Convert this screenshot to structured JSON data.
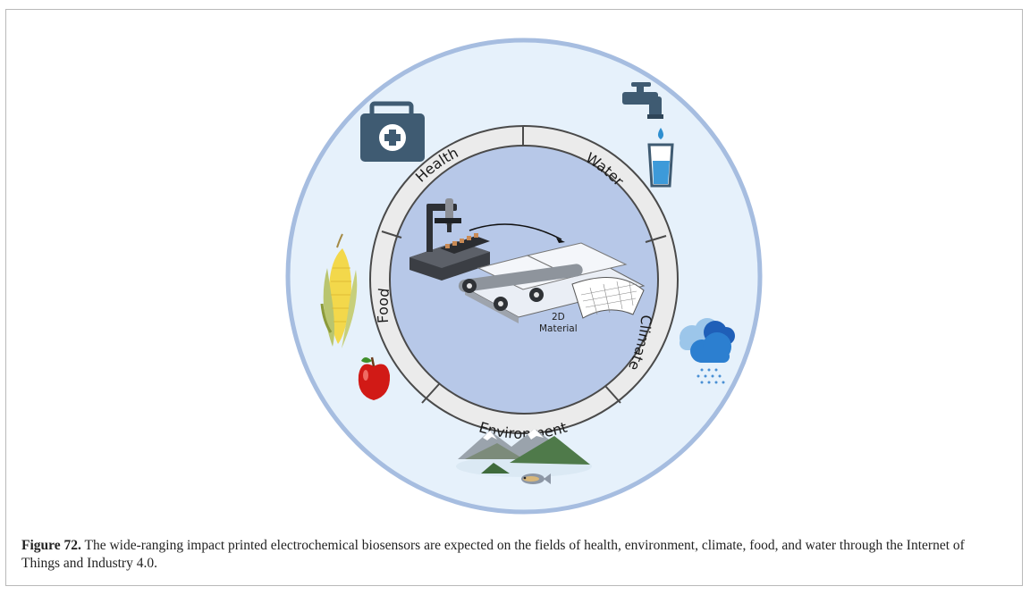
{
  "figure": {
    "segments": [
      {
        "id": "health",
        "label": "Health"
      },
      {
        "id": "water",
        "label": "Water"
      },
      {
        "id": "climate",
        "label": "Climate"
      },
      {
        "id": "environment",
        "label": "Environment"
      },
      {
        "id": "food",
        "label": "Food"
      }
    ],
    "center": {
      "material_line1": "2D",
      "material_line2": "Material"
    },
    "icons": [
      "medical-kit-icon",
      "water-tap-icon",
      "water-glass-icon",
      "rain-cloud-icon",
      "mountains-lake-icon",
      "fish-icon",
      "corn-icon",
      "apple-icon",
      "printer-icon",
      "roller-press-icon"
    ],
    "colors": {
      "outer_fill": "#e6f1fb",
      "outer_border": "#a6bde0",
      "ring_fill": "#ececec",
      "inner_fill": "#b7c8e8"
    }
  },
  "caption": {
    "label": "Figure 72.",
    "text": " The wide-ranging impact printed electrochemical biosensors are expected on the fields of health, environment, climate, food, and water through the Internet of Things and Industry 4.0."
  }
}
